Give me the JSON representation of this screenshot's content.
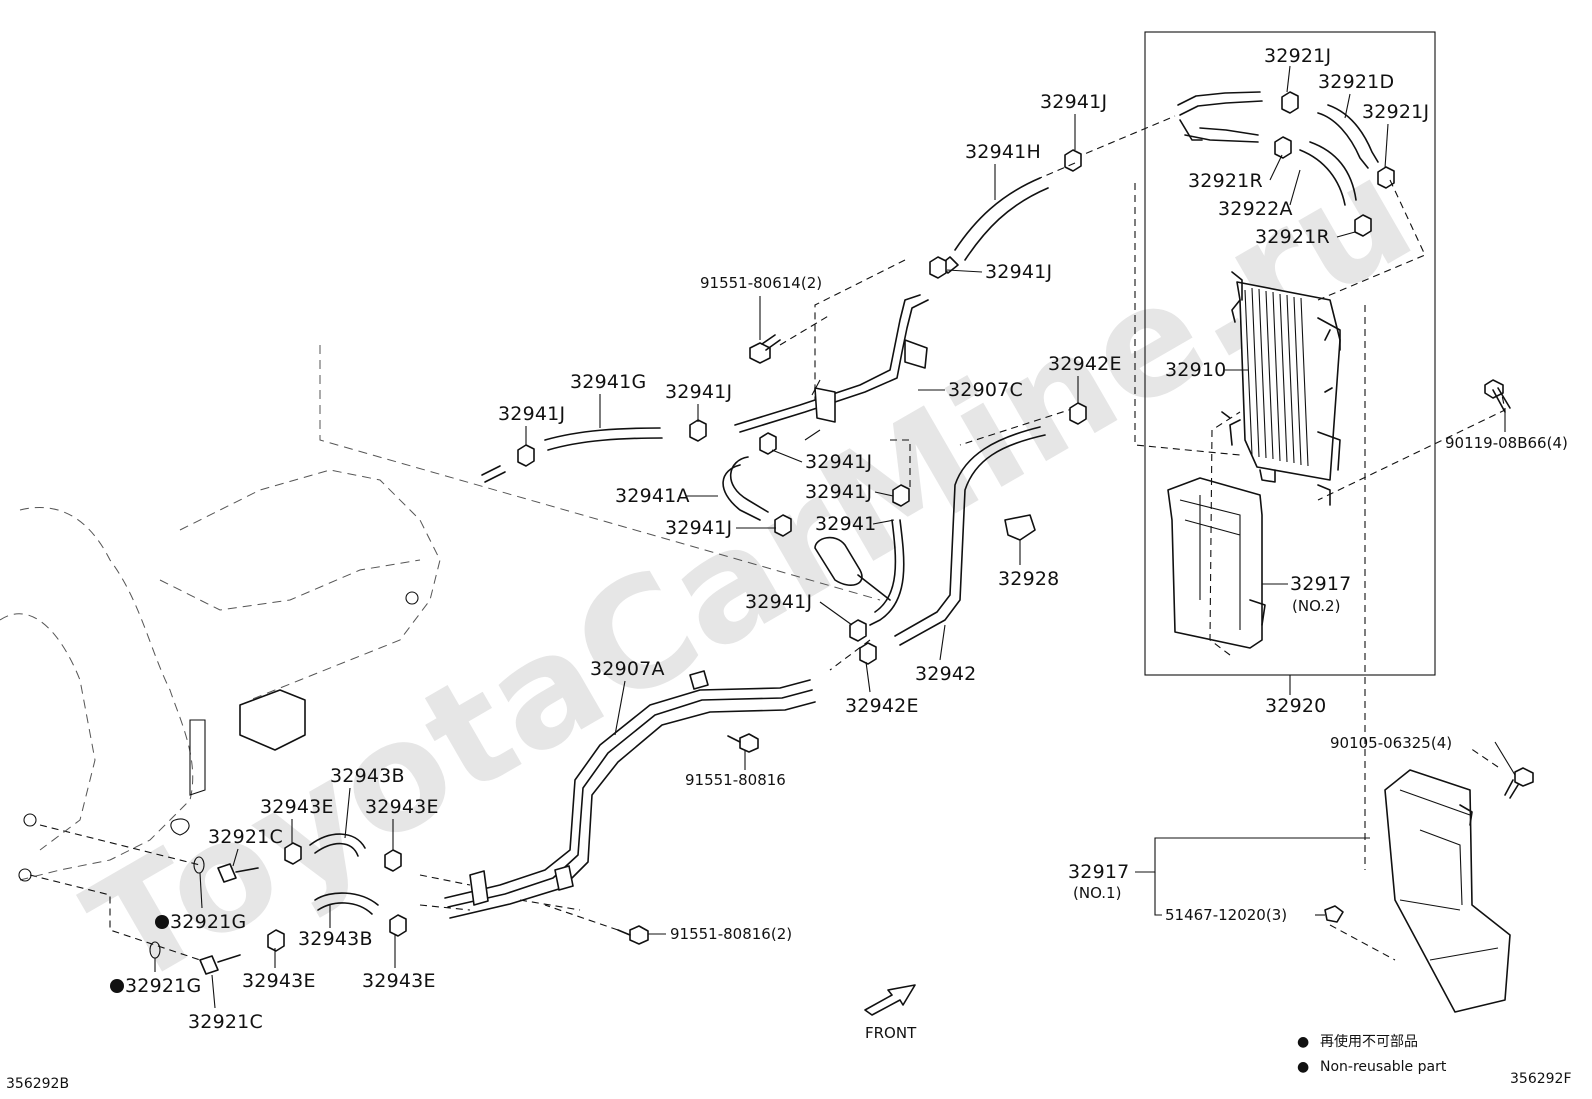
{
  "watermark": "ToyotaCarMine.ru",
  "diagram_codes": {
    "left": "356292B",
    "right": "356292F"
  },
  "front_label": "FRONT",
  "legend": [
    {
      "symbol": "●",
      "text": "再使用不可部品"
    },
    {
      "symbol": "●",
      "text": "Non-reusable part"
    }
  ],
  "callouts": [
    {
      "id": "c01",
      "text": "32921J"
    },
    {
      "id": "c02",
      "text": "32921D"
    },
    {
      "id": "c03",
      "text": "32921J"
    },
    {
      "id": "c04",
      "text": "32921R"
    },
    {
      "id": "c05",
      "text": "32922A"
    },
    {
      "id": "c06",
      "text": "32921R"
    },
    {
      "id": "c07",
      "text": "32910"
    },
    {
      "id": "c08",
      "text": "32917"
    },
    {
      "id": "c09",
      "text": "(NO.2)"
    },
    {
      "id": "c10",
      "text": "32920"
    },
    {
      "id": "c11",
      "text": "90119-08B66(4)"
    },
    {
      "id": "c12",
      "text": "90105-06325(4)"
    },
    {
      "id": "c13",
      "text": "32917"
    },
    {
      "id": "c14",
      "text": "(NO.1)"
    },
    {
      "id": "c15",
      "text": "51467-12020(3)"
    },
    {
      "id": "c16",
      "text": "32941J"
    },
    {
      "id": "c17",
      "text": "32941H"
    },
    {
      "id": "c18",
      "text": "32941J"
    },
    {
      "id": "c19",
      "text": "91551-80614(2)"
    },
    {
      "id": "c20",
      "text": "32942E"
    },
    {
      "id": "c21",
      "text": "32907C"
    },
    {
      "id": "c22",
      "text": "32941G"
    },
    {
      "id": "c23",
      "text": "32941J"
    },
    {
      "id": "c24",
      "text": "32941J"
    },
    {
      "id": "c25",
      "text": "32941J"
    },
    {
      "id": "c26",
      "text": "32941A"
    },
    {
      "id": "c27",
      "text": "32941J"
    },
    {
      "id": "c28",
      "text": "32941J"
    },
    {
      "id": "c29",
      "text": "32941"
    },
    {
      "id": "c30",
      "text": "32928"
    },
    {
      "id": "c31",
      "text": "32941J"
    },
    {
      "id": "c32",
      "text": "32942"
    },
    {
      "id": "c33",
      "text": "32942E"
    },
    {
      "id": "c34",
      "text": "32907A"
    },
    {
      "id": "c35",
      "text": "91551-80816"
    },
    {
      "id": "c36",
      "text": "32943B"
    },
    {
      "id": "c37",
      "text": "32943E"
    },
    {
      "id": "c38",
      "text": "32943E"
    },
    {
      "id": "c39",
      "text": "32921C"
    },
    {
      "id": "c40",
      "text": "32921G"
    },
    {
      "id": "c41",
      "text": "32943B"
    },
    {
      "id": "c42",
      "text": "32943E"
    },
    {
      "id": "c43",
      "text": "32943E"
    },
    {
      "id": "c44",
      "text": "32921G"
    },
    {
      "id": "c45",
      "text": "32921C"
    },
    {
      "id": "c46",
      "text": "91551-80816(2)"
    }
  ]
}
